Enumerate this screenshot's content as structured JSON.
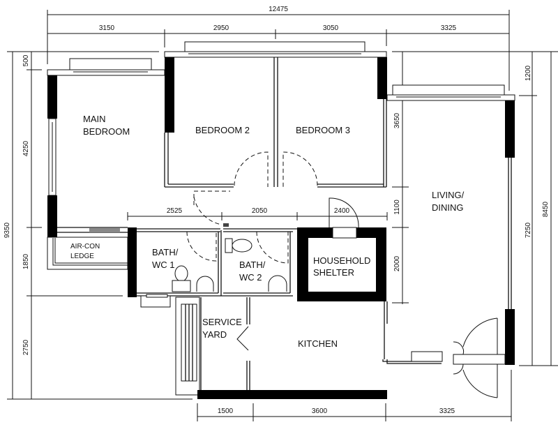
{
  "plan": {
    "rooms": {
      "main_bedroom": [
        "MAIN",
        "BEDROOM"
      ],
      "bedroom_2": "BEDROOM 2",
      "bedroom_3": "BEDROOM 3",
      "living_dining": [
        "LIVING/",
        "DINING"
      ],
      "aircon_ledge": [
        "AIR-CON",
        "LEDGE"
      ],
      "bath_wc_1": [
        "BATH/",
        "WC 1"
      ],
      "bath_wc_2": [
        "BATH/",
        "WC 2"
      ],
      "household_shelter": [
        "HOUSEHOLD",
        "SHELTER"
      ],
      "service_yard": [
        "SERVICE",
        "YARD"
      ],
      "kitchen": "KITCHEN"
    },
    "dimensions": {
      "top_overall": "12475",
      "top": [
        "3150",
        "2950",
        "3050",
        "3325"
      ],
      "inner_horizontal": [
        "2525",
        "2050",
        "2400"
      ],
      "bottom": [
        "1500",
        "3600",
        "3325"
      ],
      "left_overall": "9350",
      "left": [
        "500",
        "4250",
        "1850",
        "2750"
      ],
      "right_inner": [
        "1200",
        "3650",
        "1100",
        "2000"
      ],
      "right_7250": "7250",
      "right_overall": "8450"
    }
  }
}
